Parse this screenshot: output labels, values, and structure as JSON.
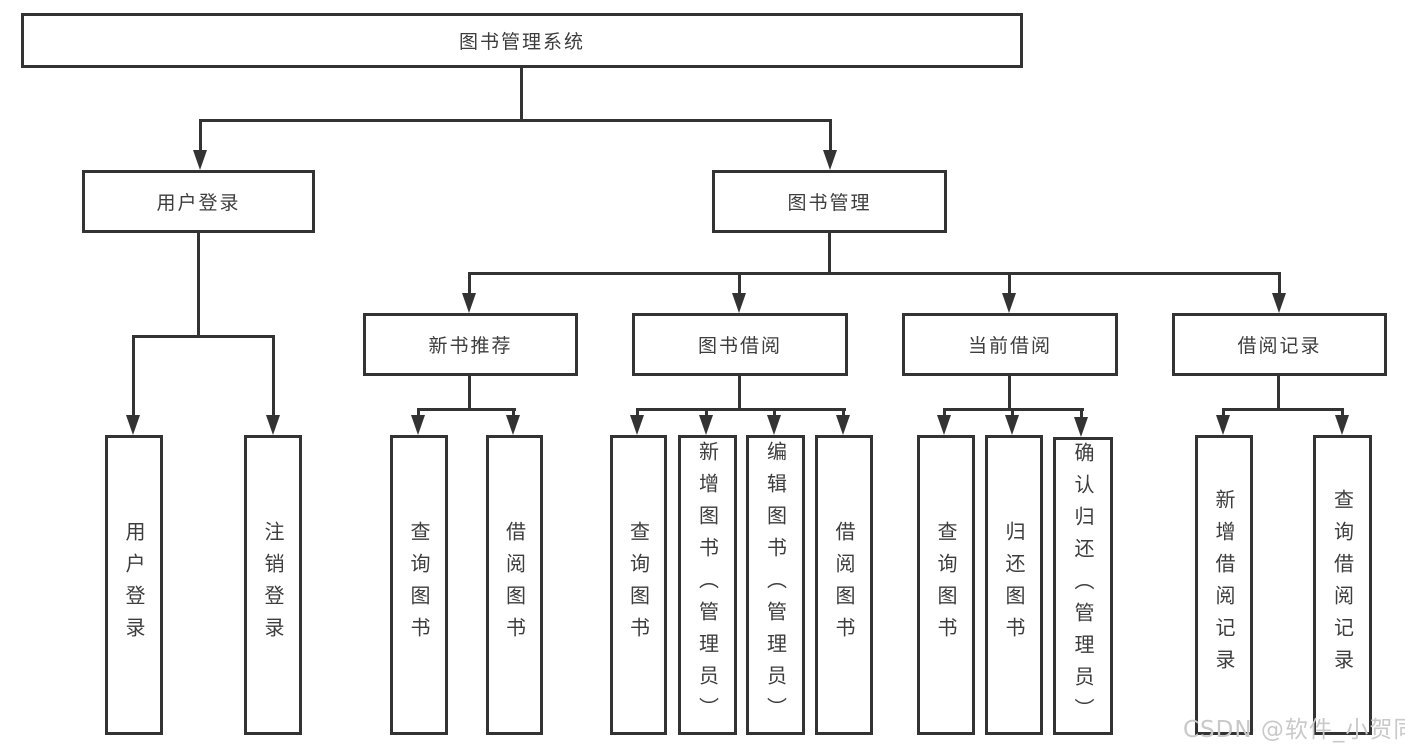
{
  "diagram_title": "图书管理系统",
  "watermark": "CSDN @软件_小贺同学",
  "colors": {
    "line": "#333333",
    "text": "#3d3d3d",
    "watermark": "#c9c9c9",
    "box_fill": "#ffffff"
  },
  "tree": {
    "label": "图书管理系统",
    "children": [
      {
        "label": "用户登录",
        "children": [
          {
            "label": "用户登录"
          },
          {
            "label": "注销登录"
          }
        ]
      },
      {
        "label": "图书管理",
        "children": [
          {
            "label": "新书推荐",
            "children": [
              {
                "label": "查询图书"
              },
              {
                "label": "借阅图书"
              }
            ]
          },
          {
            "label": "图书借阅",
            "children": [
              {
                "label": "查询图书"
              },
              {
                "label": "新增图书（管理员）"
              },
              {
                "label": "编辑图书（管理员）"
              },
              {
                "label": "借阅图书"
              }
            ]
          },
          {
            "label": "当前借阅",
            "children": [
              {
                "label": "查询图书"
              },
              {
                "label": "归还图书"
              },
              {
                "label": "确认归还（管理员）"
              }
            ]
          },
          {
            "label": "借阅记录",
            "children": [
              {
                "label": "新增借阅记录"
              },
              {
                "label": "查询借阅记录"
              }
            ]
          }
        ]
      }
    ]
  }
}
